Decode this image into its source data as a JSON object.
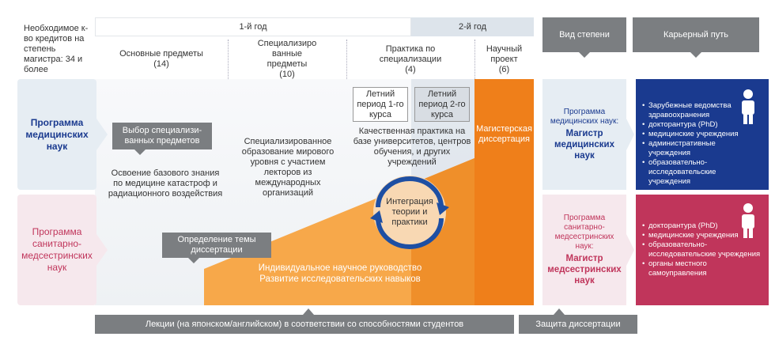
{
  "credits_note": "Необходимое к-во кредитов на степень магистра: 34 и более",
  "years": {
    "year1": "1-й год",
    "year2": "2-й год"
  },
  "columns": [
    {
      "title": "Основные предметы",
      "count": "(14)"
    },
    {
      "title": "Специализиро ванные предметы",
      "count": "(10)"
    },
    {
      "title": "Практика по специализации",
      "count": "(4)"
    },
    {
      "title": "Научный проект",
      "count": "(6)"
    }
  ],
  "headers": {
    "degree": "Вид степени",
    "career": "Карьерный путь"
  },
  "programs": {
    "medical": "Программа медицинских наук",
    "nursing": "Программа санитарно-медсестринских наук"
  },
  "tags": {
    "choose_specialized": "Выбор специализи-ванных предметов",
    "define_topic": "Определение темы диссертации",
    "summer1": "Летний период 1-го курса",
    "summer2": "Летний период 2-го курса",
    "master_thesis": "Магистерская диссертация"
  },
  "texts": {
    "basic": "Освоение базового знания по медицине катастроф и радиационного воздействия",
    "specialized": "Специализированное образование мирового уровня с участием лекторов из международных организаций",
    "practice": "Качественная практика на базе университетов, центров обучения, и других учреждений",
    "integration": "Интеграция теории и практики",
    "supervision1": "Индивидуальное научное руководство",
    "supervision2": "Развитие исследовательских навыков"
  },
  "bottom": {
    "lectures": "Лекции (на японском/английском) в соответствии со способностями студентов",
    "defense": "Защита диссертации"
  },
  "degrees": {
    "medical_prog": "Программа медицинских наук:",
    "medical_degree": "Магистр медицинских наук",
    "nursing_prog": "Программа санитарно-медсестринских наук:",
    "nursing_degree": "Магистр медсестринских наук"
  },
  "careers": {
    "medical": [
      "Зарубежные ведомства здравоохранения",
      "докторантура (PhD)",
      "медицинские учреждения",
      "административные учреждения",
      "образовательно-исследовательские учреждения"
    ],
    "nursing": [
      "докторантура (PhD)",
      "медицинские учреждения",
      "образовательно-исследовательские учреждения",
      "органы местного самоуправления"
    ]
  },
  "colors": {
    "medical_blue": "#1a3a8f",
    "nursing_red": "#c0355b",
    "orange": "#ef7f1a",
    "grey": "#7b7e81"
  },
  "icons": [
    "person-icon-medical",
    "person-icon-nursing",
    "cycle-arrows-icon"
  ]
}
